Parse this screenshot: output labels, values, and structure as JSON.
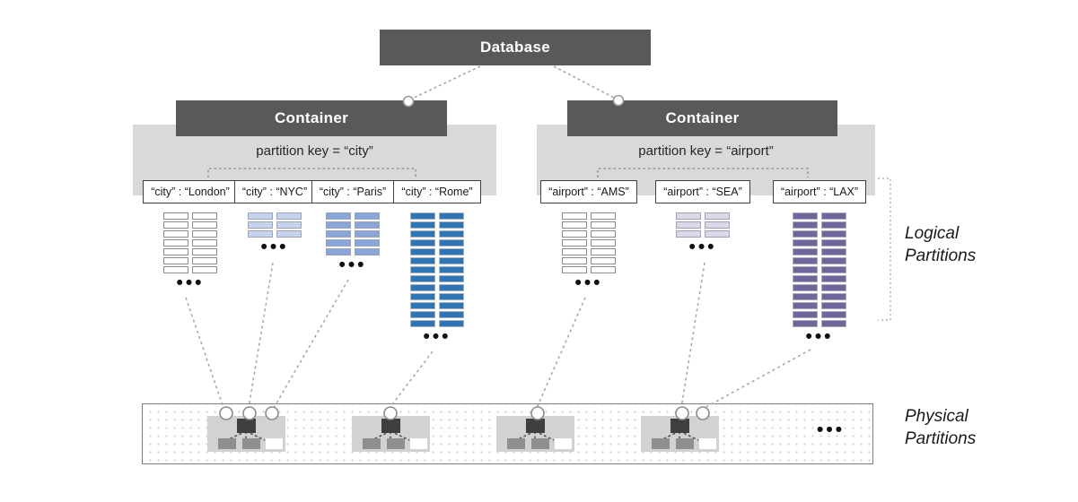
{
  "diagram": {
    "database": {
      "label": "Database"
    },
    "containers": [
      {
        "label": "Container",
        "partition_key": "partition key = “city”",
        "partitions": [
          {
            "label": "“city” : “London”",
            "rows": 7,
            "fill": "#ffffff",
            "border": "#8c8c8c"
          },
          {
            "label": "“city” : “NYC”",
            "rows": 3,
            "fill": "#c5d3ec",
            "border": "#9aa5bd"
          },
          {
            "label": "“city” : “Paris”",
            "rows": 5,
            "fill": "#8aa5da",
            "border": "#99a3b8"
          },
          {
            "label": "“city” : “Rome”",
            "rows": 13,
            "fill": "#2e75b6",
            "border": "#aab4c2"
          }
        ]
      },
      {
        "label": "Container",
        "partition_key": "partition key = “airport”",
        "partitions": [
          {
            "label": "“airport” : “AMS”",
            "rows": 7,
            "fill": "#ffffff",
            "border": "#8c8c8c"
          },
          {
            "label": "“airport” : “SEA”",
            "rows": 3,
            "fill": "#dcd7e9",
            "border": "#a39fb8"
          },
          {
            "label": "“airport” : “LAX”",
            "rows": 13,
            "fill": "#6e679b",
            "border": "#aeabc1"
          }
        ]
      }
    ],
    "ellipsis": "•••",
    "side_labels": {
      "logical": [
        "Logical",
        "Partitions"
      ],
      "physical": [
        "Physical",
        "Partitions"
      ]
    },
    "colors": {
      "node_dark_gray": "#595959",
      "container_band_gray": "#d9d9d9",
      "rome_blue": "#2e75b6",
      "paris_blue": "#8aa5da",
      "nyc_light_blue": "#c5d3ec",
      "lax_purple": "#6e679b",
      "sea_lavender": "#dcd7e9",
      "dotted_line_gray": "#a0a0a0"
    }
  }
}
